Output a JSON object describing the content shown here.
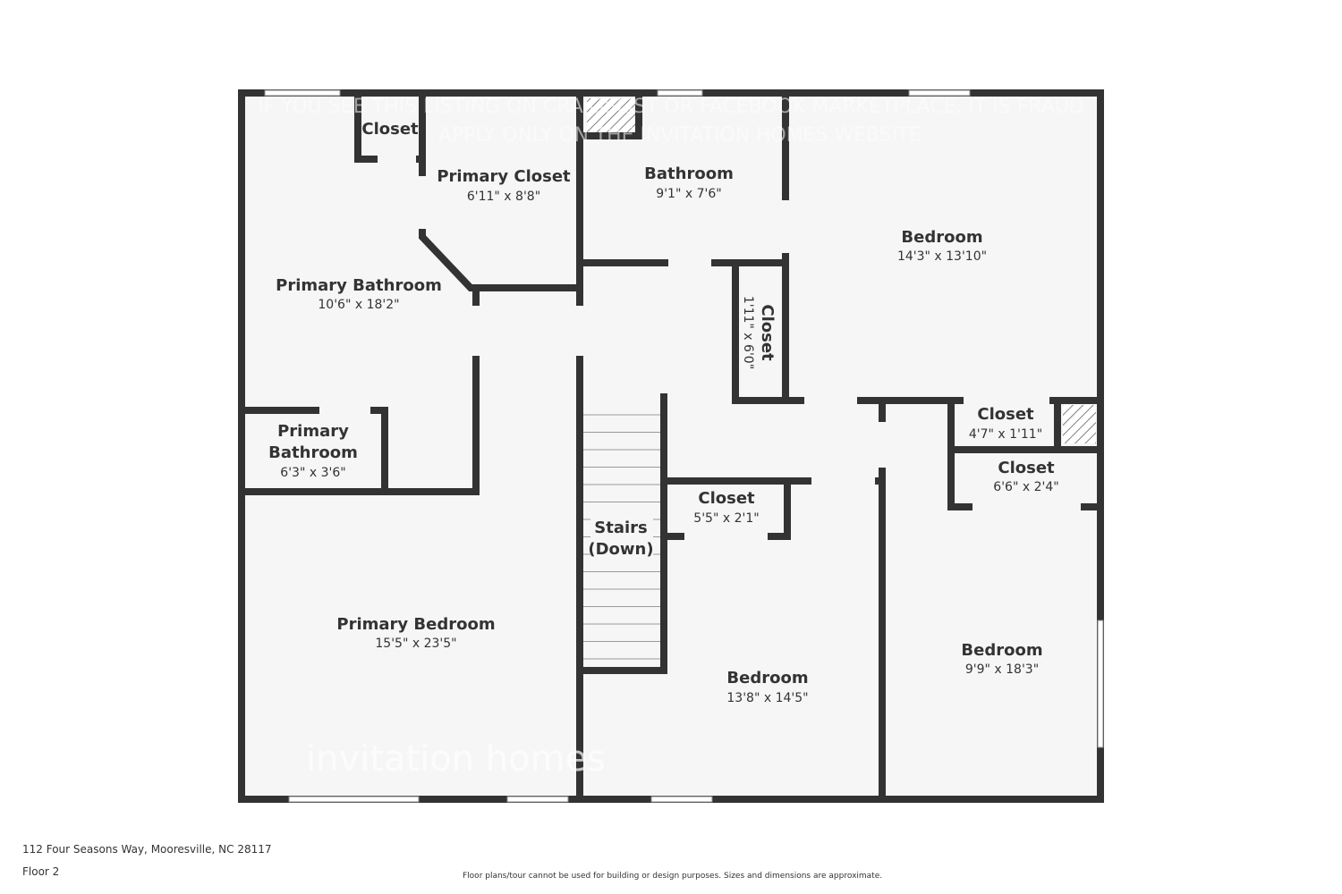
{
  "watermark": {
    "line1": "IF YOU SEE THIS LISTING ON CRAIGSLIST OR FACEBOOK MARKETPLACE, IT IS FRAUD",
    "line2": "APPLY ONLY ON THE INVITATION HOMES WEBSITE",
    "logo": "invitation homes"
  },
  "rooms": {
    "closet_small": {
      "name": "Closet"
    },
    "primary_closet": {
      "name": "Primary Closet",
      "dims": "6'11\" x 8'8\""
    },
    "bathroom": {
      "name": "Bathroom",
      "dims": "9'1\" x 7'6\""
    },
    "bedroom_ne": {
      "name": "Bedroom",
      "dims": "14'3\" x 13'10\""
    },
    "primary_bathroom": {
      "name": "Primary Bathroom",
      "dims": "10'6\" x 18'2\""
    },
    "closet_hall": {
      "name": "Closet",
      "dims": "1'11\" x 6'0\""
    },
    "primary_bathroom_small": {
      "name1": "Primary",
      "name2": "Bathroom",
      "dims": "6'3\" x 3'6\""
    },
    "closet_a": {
      "name": "Closet",
      "dims": "4'7\" x 1'11\""
    },
    "closet_b": {
      "name": "Closet",
      "dims": "6'6\" x 2'4\""
    },
    "closet_c": {
      "name": "Closet",
      "dims": "5'5\" x 2'1\""
    },
    "stairs": {
      "name1": "Stairs",
      "name2": "(Down)"
    },
    "primary_bedroom": {
      "name": "Primary Bedroom",
      "dims": "15'5\" x 23'5\""
    },
    "bedroom_s": {
      "name": "Bedroom",
      "dims": "13'8\" x 14'5\""
    },
    "bedroom_se": {
      "name": "Bedroom",
      "dims": "9'9\" x 18'3\""
    }
  },
  "footer": {
    "address": "112 Four Seasons Way, Mooresville, NC 28117",
    "floor": "Floor 2",
    "disclaimer": "Floor plans/tour cannot be used for building or design purposes. Sizes and dimensions are approximate."
  },
  "colors": {
    "wall": "#333333",
    "floor": "#f6f6f6"
  }
}
